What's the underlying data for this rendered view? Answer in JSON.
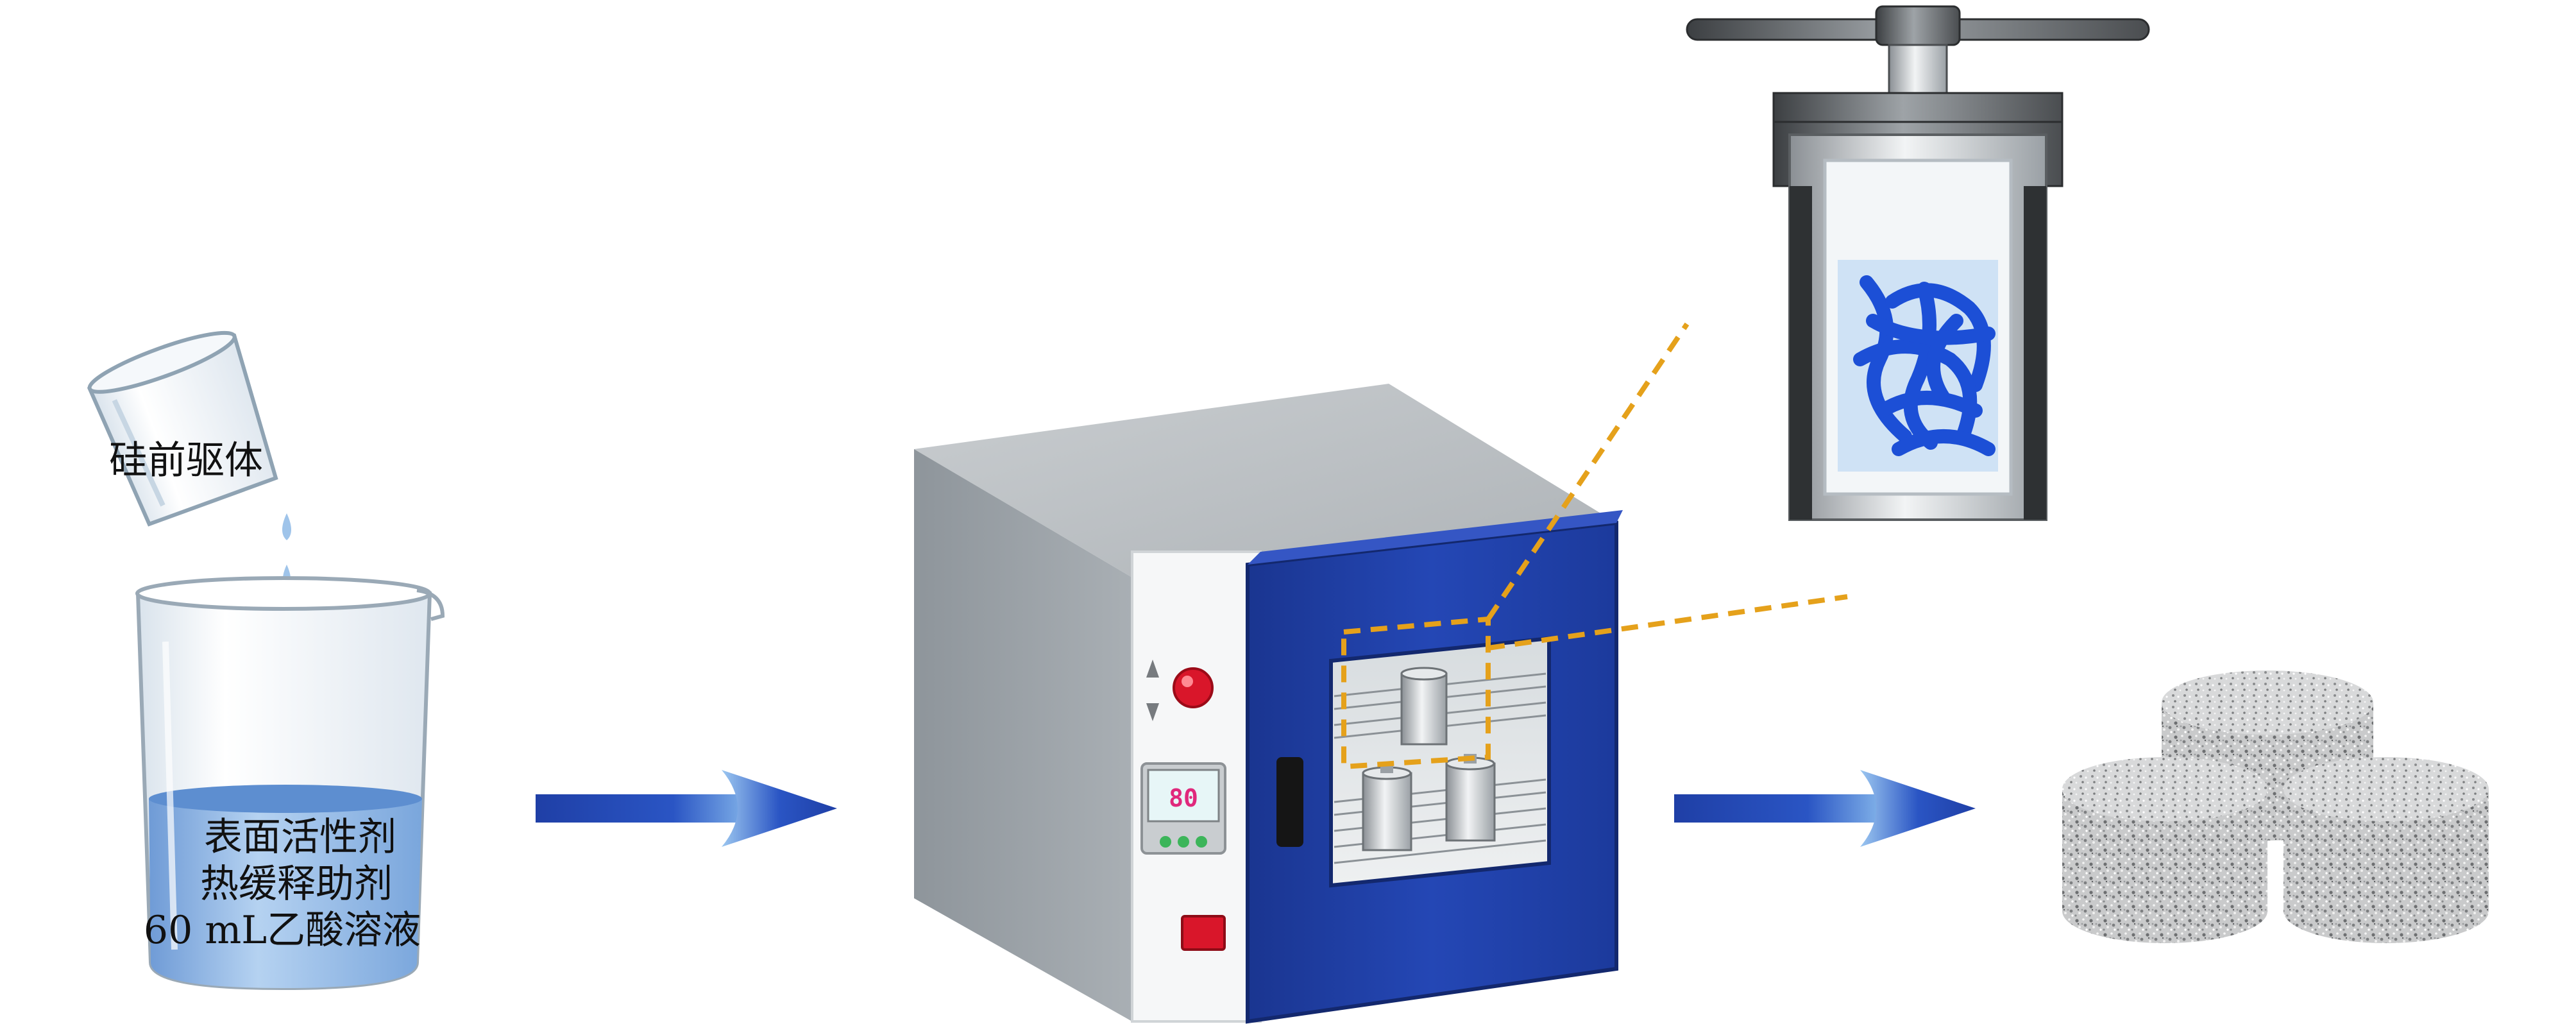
{
  "labels": {
    "precursor": "硅前驱体",
    "beaker_line1": "表面活性剂",
    "beaker_line2": "热缓释助剂",
    "beaker_line3": "60 mL乙酸溶液"
  },
  "oven": {
    "display_value": "80"
  },
  "colors": {
    "arrow_blue": "#1f3fa6",
    "door_blue": "#1f3fa6",
    "dashed_orange": "#e5a11b",
    "liquid_blue": "#8fb6e3",
    "indicator_red": "#d9162a",
    "display_pink": "#e0287c",
    "fiber_blue": "#1c4fd6"
  },
  "icons": {
    "pour": "cup-pouring-icon",
    "beaker": "beaker-icon",
    "oven": "drying-oven-icon",
    "autoclave": "autoclave-icon",
    "product": "aerogel-cylinders-icon",
    "arrow": "right-arrow-icon"
  }
}
